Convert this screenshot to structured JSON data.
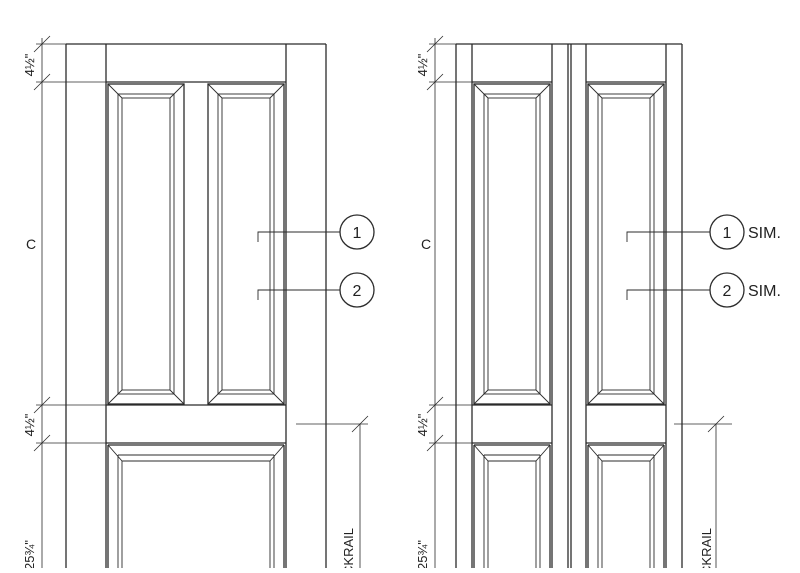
{
  "left_elevation": {
    "dim_top": "4½\"",
    "dim_mid_label": "C",
    "dim_lower": "4½\"",
    "dim_bottom": "25¾\"",
    "lockrail_label": "LOCKRAIL",
    "callouts": [
      {
        "number": "1",
        "suffix": ""
      },
      {
        "number": "2",
        "suffix": ""
      }
    ]
  },
  "right_elevation": {
    "dim_top": "4½\"",
    "dim_mid_label": "C",
    "dim_lower": "4½\"",
    "dim_bottom": "25¾\"",
    "lockrail_label": "LOCKRAIL",
    "callouts": [
      {
        "number": "1",
        "suffix": "SIM."
      },
      {
        "number": "2",
        "suffix": "SIM."
      }
    ]
  }
}
